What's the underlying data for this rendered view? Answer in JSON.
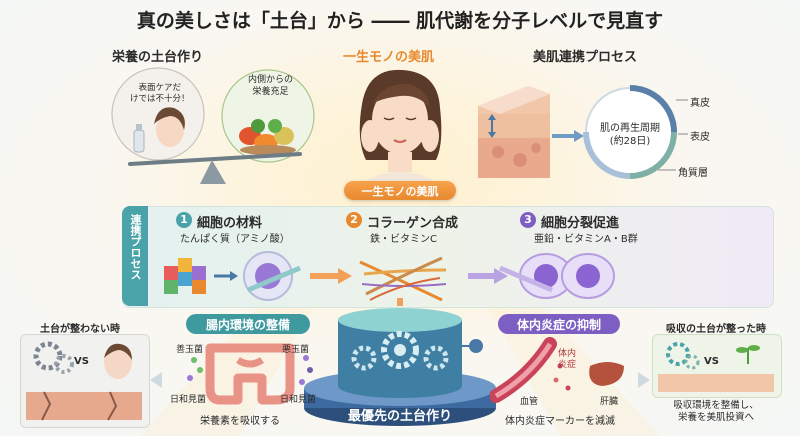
{
  "title": "真の美しさは「土台」から ―― 肌代謝を分子レベルで見直す",
  "top_left": {
    "heading": "栄養の土台作り",
    "bubble_left": [
      "表面ケアだ",
      "けでは不十分！"
    ],
    "bubble_right": [
      "内側からの",
      "栄養充足"
    ]
  },
  "top_center": {
    "heading": "一生モノの美肌",
    "banner": "一生モノの美肌"
  },
  "top_right": {
    "heading": "美肌連携プロセス",
    "cycle_label": "肌の再生周期",
    "cycle_days": "(約28日)",
    "layers": [
      "真皮",
      "表皮",
      "角質層"
    ]
  },
  "process": {
    "side_label": "連携プロセス",
    "steps": [
      {
        "num": "1",
        "title": "細胞の材料",
        "sub": "たんぱく質（アミノ酸）"
      },
      {
        "num": "2",
        "title": "コラーゲン合成",
        "sub": "鉄・ビタミンC"
      },
      {
        "num": "3",
        "title": "細胞分裂促進",
        "sub": "亜鉛・ビタミンA・B群"
      }
    ]
  },
  "bottom": {
    "gut": {
      "title": "腸内環境の整備",
      "good": "善玉菌",
      "bad": "悪玉菌",
      "neutral_l": "日和見菌",
      "neutral_r": "日和見菌",
      "caption": "栄養素を吸収する"
    },
    "inflam": {
      "title": "体内炎症の抑制",
      "inflam_label": [
        "体内",
        "炎症"
      ],
      "vessel": "血管",
      "liver": "肝臓",
      "caption": "体内炎症マーカーを減滅"
    },
    "base_label": "最優先の土台作り",
    "left_panel": {
      "title": "土台が整わない時",
      "vs": "VS"
    },
    "right_panel": {
      "title": "吸収の土台が整った時",
      "vs": "VS",
      "caption": [
        "吸収環境を整備し、",
        "栄養を美肌投資へ"
      ]
    }
  },
  "colors": {
    "accent_orange": "#e8892f",
    "teal": "#4aa3a8",
    "purple": "#7d5fc4",
    "navy": "#1f3a5f"
  }
}
